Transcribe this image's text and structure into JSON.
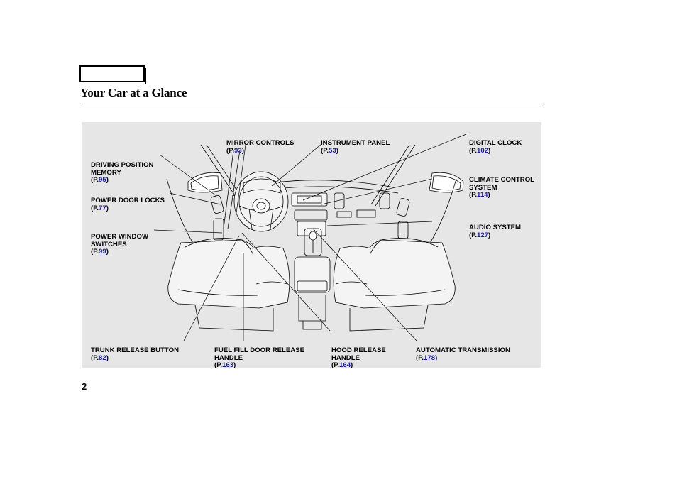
{
  "header": {
    "title": "Your Car at a Glance"
  },
  "callouts": [
    {
      "id": "mirror_controls",
      "label": "MIRROR CONTROLS",
      "prefix": "(P.",
      "page": "93",
      "suffix": ")"
    },
    {
      "id": "instrument_panel",
      "label": "INSTRUMENT PANEL",
      "prefix": "(P.",
      "page": "53",
      "suffix": ")"
    },
    {
      "id": "digital_clock",
      "label": "DIGITAL CLOCK",
      "prefix": "(P.",
      "page": "102",
      "suffix": ")"
    },
    {
      "id": "driving_position_memory",
      "label": "DRIVING POSITION\nMEMORY",
      "prefix": "(P.",
      "page": "95",
      "suffix": ")"
    },
    {
      "id": "climate_control_system",
      "label": "CLIMATE CONTROL\nSYSTEM",
      "prefix": "(P.",
      "page": "114",
      "suffix": ")"
    },
    {
      "id": "power_door_locks",
      "label": "POWER DOOR LOCKS",
      "prefix": "(P.",
      "page": "77",
      "suffix": ")"
    },
    {
      "id": "audio_system",
      "label": "AUDIO SYSTEM",
      "prefix": "(P.",
      "page": "127",
      "suffix": ")"
    },
    {
      "id": "power_window_switches",
      "label": "POWER WINDOW\nSWITCHES",
      "prefix": "(P.",
      "page": "99",
      "suffix": ")"
    },
    {
      "id": "trunk_release_button",
      "label": "TRUNK RELEASE BUTTON",
      "prefix": "(P.",
      "page": "82",
      "suffix": ")"
    },
    {
      "id": "fuel_fill_door_release_handle",
      "label": "FUEL FILL DOOR RELEASE\nHANDLE",
      "prefix": "(P.",
      "page": "163",
      "suffix": ")"
    },
    {
      "id": "hood_release_handle",
      "label": "HOOD RELEASE\nHANDLE",
      "prefix": "(P.",
      "page": "164",
      "suffix": ")"
    },
    {
      "id": "automatic_transmission",
      "label": "AUTOMATIC TRANSMISSION",
      "prefix": "(P.",
      "page": "178",
      "suffix": ")"
    }
  ],
  "footer": {
    "page_number": "2"
  },
  "colors": {
    "figure_background": "#e6e6e6",
    "page_reference_link": "#1a1aa8",
    "line_art": "#000000"
  }
}
